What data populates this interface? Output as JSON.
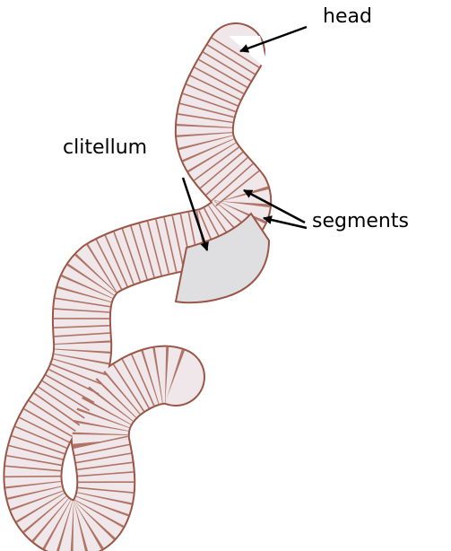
{
  "labels": {
    "head": "head",
    "clitellum": "clitellum",
    "segments": "segments"
  },
  "colors": {
    "body_fill": "#efe7e9",
    "segment_line": "#a45f4f",
    "outline": "#9a5646",
    "clitellum_fill": "#dfdfe2",
    "arrow": "#000000"
  }
}
